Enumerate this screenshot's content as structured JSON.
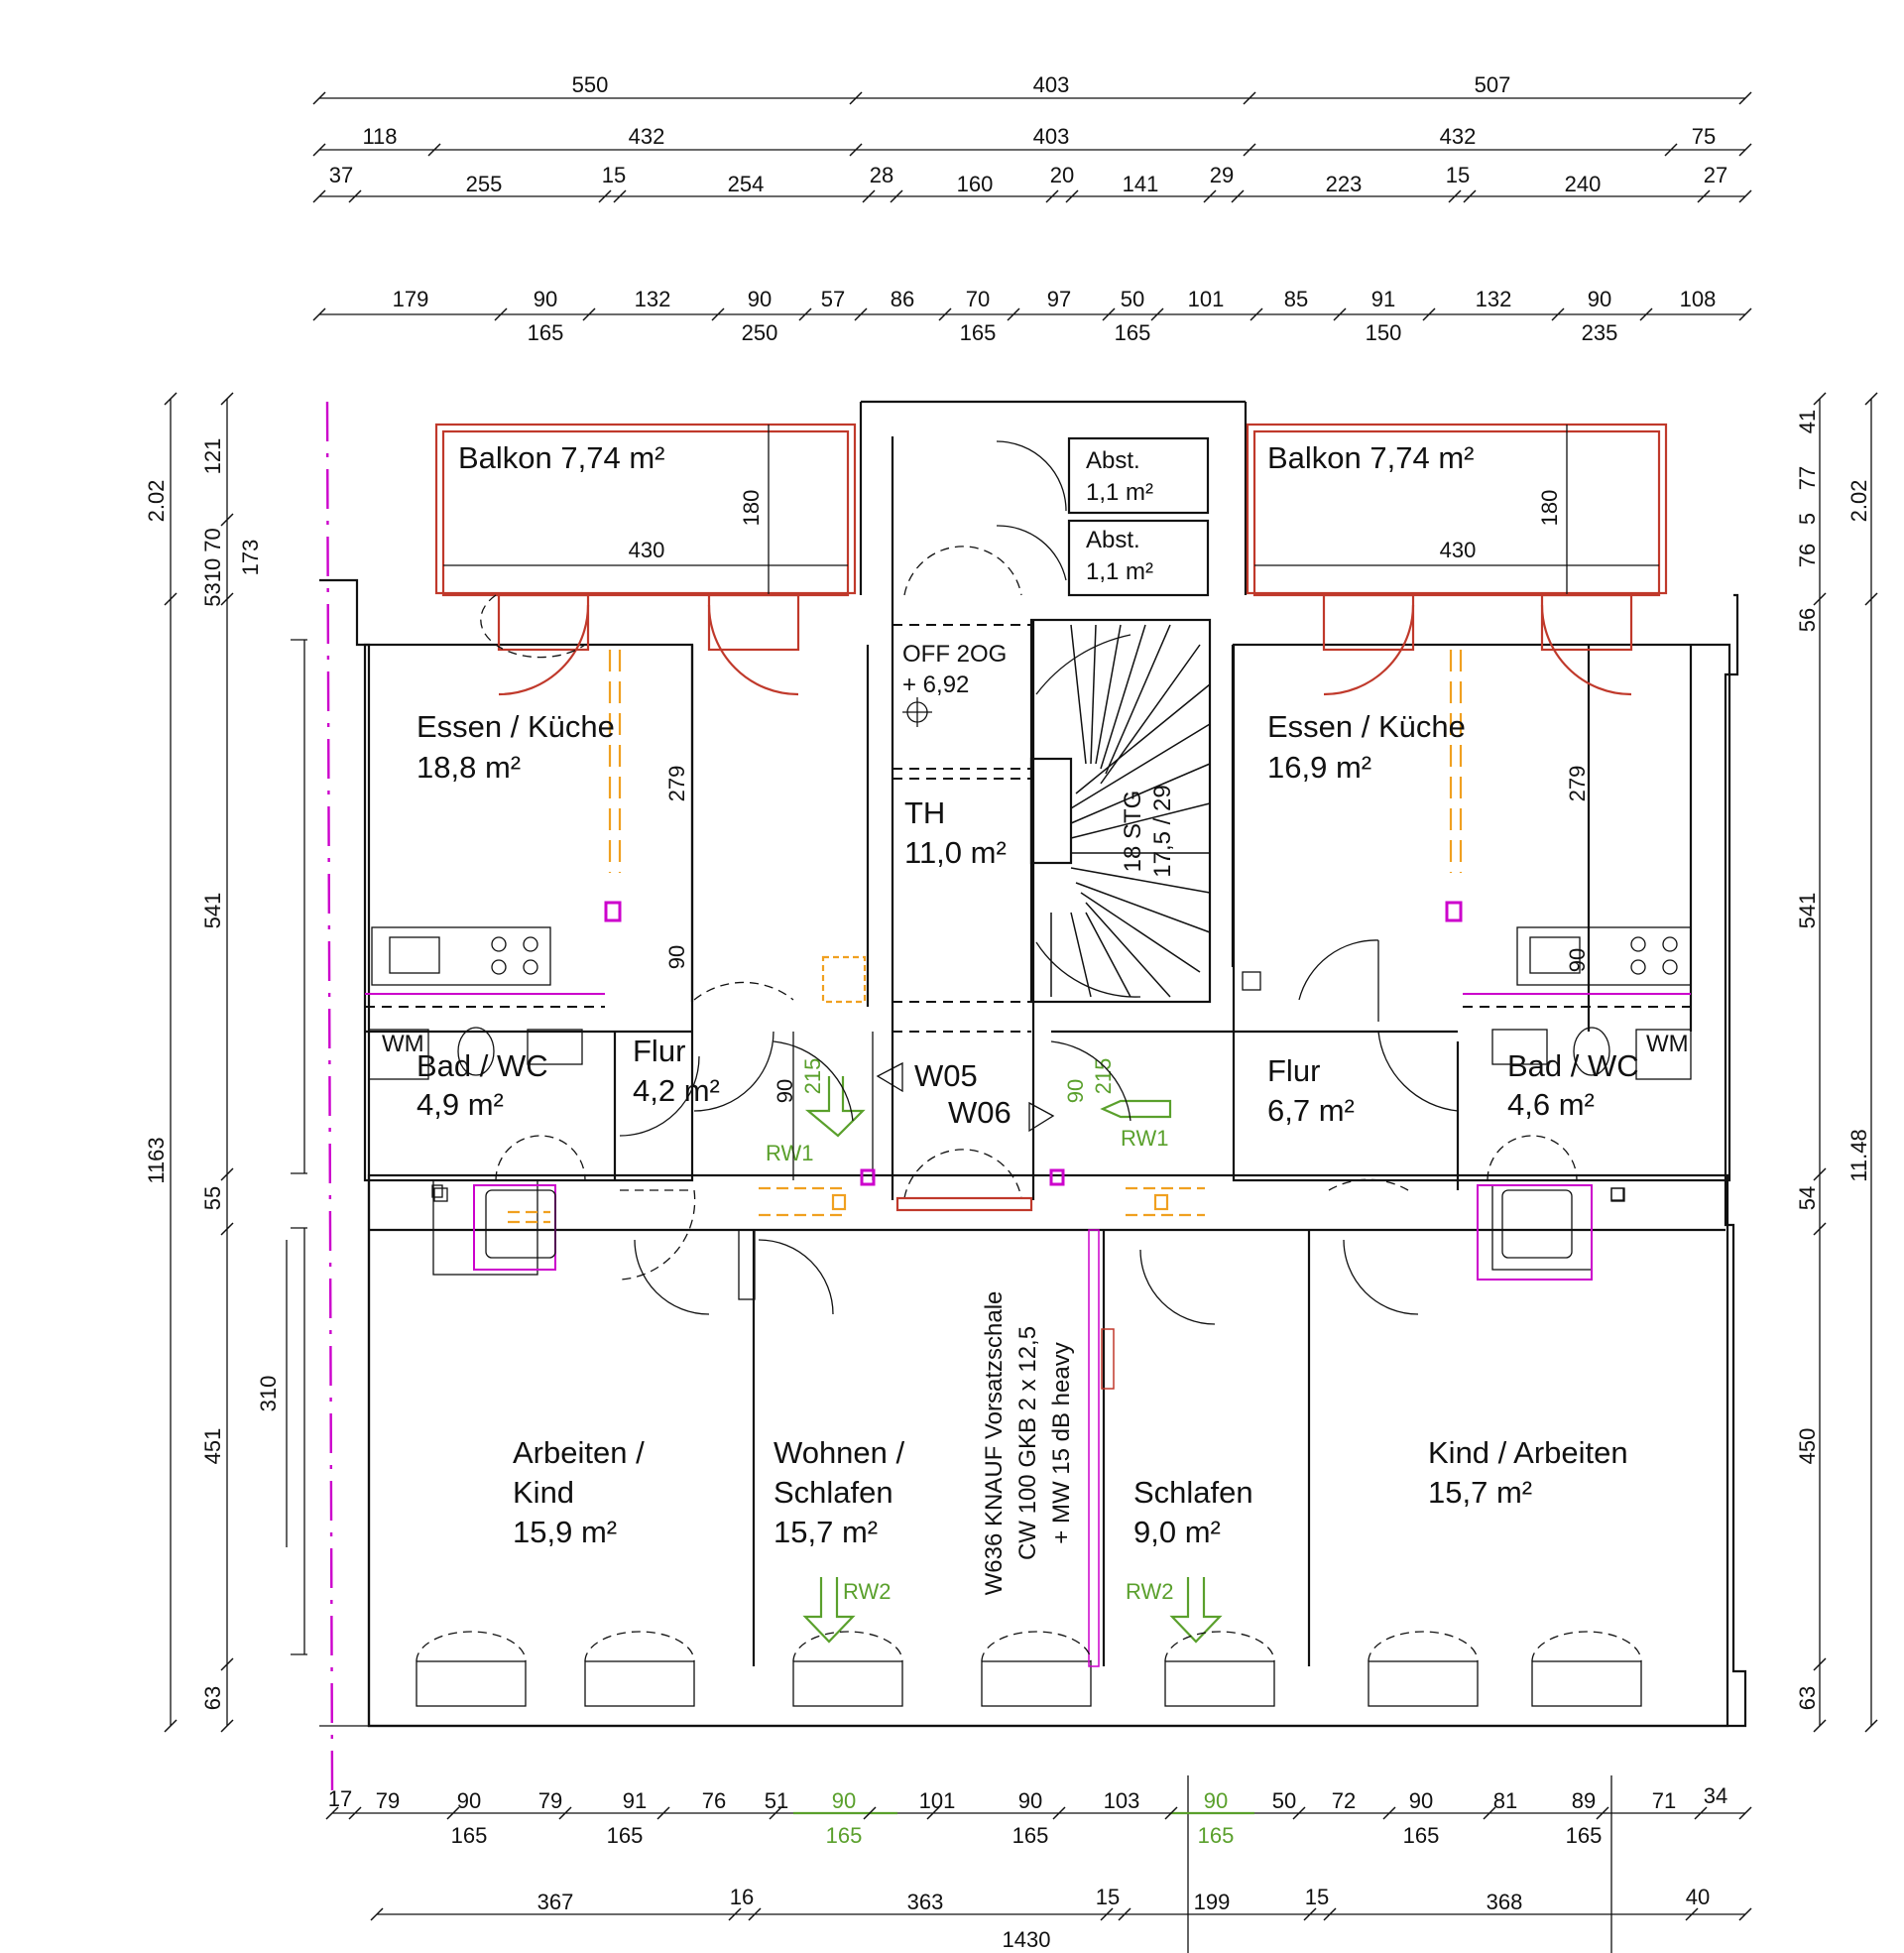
{
  "dims_top": {
    "row1": [
      "550",
      "403",
      "507"
    ],
    "row2": [
      "118",
      "432",
      "403",
      "432",
      "75"
    ],
    "row3": [
      "37",
      "255",
      "15",
      "254",
      "28",
      "160",
      "20",
      "141",
      "29",
      "223",
      "15",
      "240",
      "27"
    ],
    "row4_upper": [
      "179",
      "90",
      "132",
      "90",
      "57",
      "86",
      "70",
      "97",
      "50",
      "101",
      "85",
      "91",
      "132",
      "90",
      "108"
    ],
    "row4_lower": [
      "165",
      "250",
      "165",
      "165",
      "150",
      "235"
    ]
  },
  "dims_bottom": {
    "row1_upper": [
      "17",
      "79",
      "90",
      "79",
      "91",
      "76",
      "51",
      "90",
      "101",
      "90",
      "103",
      "90",
      "50",
      "72",
      "90",
      "81",
      "89",
      "71",
      "34"
    ],
    "row1_lower": [
      "165",
      "165",
      "165",
      "165",
      "165",
      "165",
      "165"
    ],
    "row2": [
      "367",
      "16",
      "363",
      "15",
      "199",
      "15",
      "368",
      "40"
    ],
    "total": "1430"
  },
  "dims_left": {
    "outer": [
      "2.02",
      "1163"
    ],
    "inner": [
      "121",
      "5310 70",
      "541",
      "55",
      "451",
      "63"
    ],
    "extra": [
      "173",
      "310"
    ]
  },
  "dims_right": {
    "inner": [
      "41",
      "77",
      "5",
      "76",
      "56",
      "541",
      "54",
      "450",
      "63"
    ],
    "outer": [
      "2.02",
      "11.48"
    ]
  },
  "rooms": {
    "balkon_left": {
      "name": "Balkon 7,74 m²",
      "w": "430",
      "h": "180"
    },
    "balkon_right": {
      "name": "Balkon 7,74 m²",
      "w": "430",
      "h": "180"
    },
    "abst_1": {
      "name": "Abst.",
      "area": "1,1 m²"
    },
    "abst_2": {
      "name": "Abst.",
      "area": "1,1 m²"
    },
    "off": {
      "line1": "OFF 2OG",
      "line2": "+ 6,92"
    },
    "th": {
      "name": "TH",
      "area": "11,0 m²"
    },
    "stair": {
      "line1": "18 STG",
      "line2": "17,5 / 29"
    },
    "kueche_left": {
      "name": "Essen / Küche",
      "area": "18,8 m²",
      "dim_a": "279",
      "dim_b": "90"
    },
    "kueche_right": {
      "name": "Essen / Küche",
      "area": "16,9 m²",
      "dim_a": "279",
      "dim_b": "90"
    },
    "bad_left": {
      "name": "Bad / WC",
      "area": "4,9 m²",
      "wm": "WM"
    },
    "bad_right": {
      "name": "Bad / WC",
      "area": "4,6 m²",
      "wm": "WM"
    },
    "flur_left": {
      "name": "Flur",
      "area": "4,2 m²"
    },
    "flur_right": {
      "name": "Flur",
      "area": "6,7 m²"
    },
    "w05": "W05",
    "w06": "W06",
    "door_left": {
      "w": "90",
      "h": "215",
      "rw": "RW1"
    },
    "door_right": {
      "w": "90",
      "h": "215",
      "rw": "RW1"
    },
    "arbeiten": {
      "line1": "Arbeiten /",
      "line2": "Kind",
      "area": "15,9 m²"
    },
    "wohnen": {
      "line1": "Wohnen /",
      "line2": "Schlafen",
      "area": "15,7 m²",
      "rw": "RW2"
    },
    "schlafen": {
      "name": "Schlafen",
      "area": "9,0 m²",
      "rw": "RW2"
    },
    "kind": {
      "name": "Kind / Arbeiten",
      "area": "15,7 m²"
    }
  },
  "wall_note": {
    "line1": "W636 KNAUF Vorsatzschale",
    "line2": "CW 100  GKB 2 x 12,5",
    "line3": "+ MW 15 dB heavy"
  }
}
